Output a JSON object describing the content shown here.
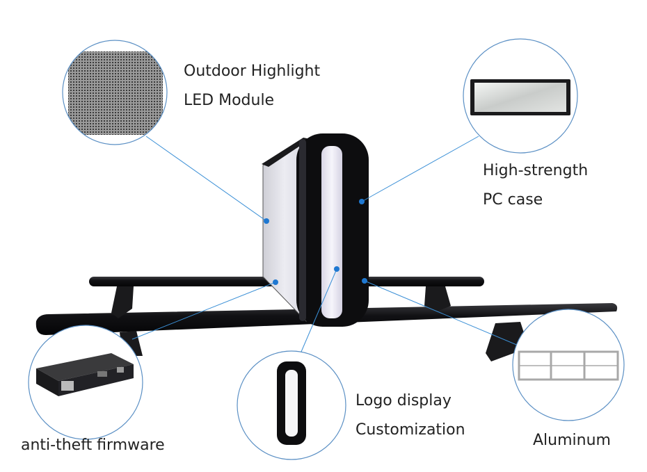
{
  "callouts": {
    "led_module": {
      "lines": [
        "Outdoor Highlight",
        "LED Module"
      ]
    },
    "pc_case": {
      "lines": [
        "High-strength",
        "PC case"
      ]
    },
    "firmware": {
      "lines": [
        "anti-theft firmware"
      ]
    },
    "logo": {
      "lines": [
        "Logo display",
        "Customization"
      ]
    },
    "aluminum": {
      "lines": [
        "Aluminum"
      ]
    }
  },
  "colors": {
    "leader_line": "#3a8fd6",
    "anchor_dot": "#1f78d1",
    "circle_border": "#5a8fc4",
    "frame": "#0d0d0f",
    "panel": "#e8e8ee"
  }
}
